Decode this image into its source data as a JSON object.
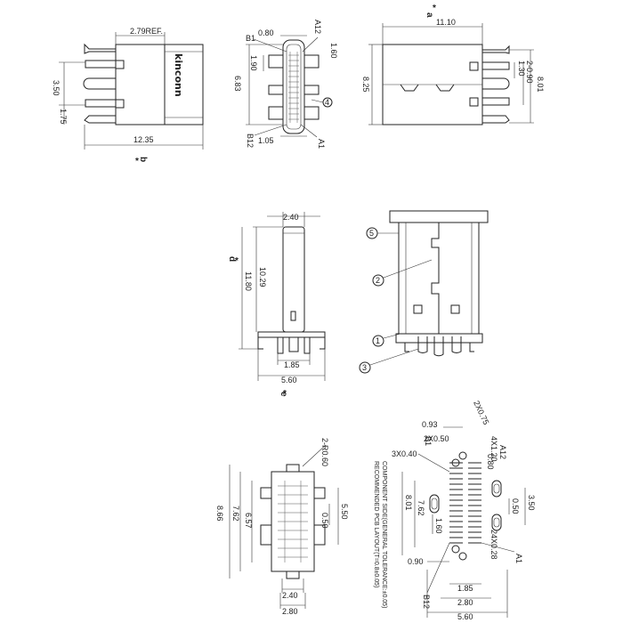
{
  "view1": {
    "dim_top": "2.79REF.",
    "dim_left_350": "3.50",
    "dim_left_175": "1.75",
    "dim_bottom": "12.35",
    "callout_b": "b",
    "logo": "kinconn"
  },
  "view2": {
    "dim_080": "0.80",
    "label_b1": "B1",
    "label_a12": "A12",
    "dim_160": "1.60",
    "dim_190": "1.90",
    "dim_683": "6.83",
    "dim_105": "1.05",
    "label_b12": "B12",
    "label_a1": "A1",
    "callout_4": "4"
  },
  "view3": {
    "callout_a": "a",
    "dim_1110": "11.10",
    "dim_825": "8.25",
    "dim_801": "8.01",
    "dim_130": "1.30",
    "dim_2090": "2-0.90"
  },
  "view4": {
    "dim_240": "2.40",
    "callout_d": "d",
    "dim_1029": "10.29",
    "dim_1180": "11.80",
    "dim_185": "1.85",
    "dim_560": "5.60",
    "callout_e": "e"
  },
  "view5": {
    "callout_5": "5",
    "callout_2": "2",
    "callout_1": "1",
    "callout_3": "3"
  },
  "view6": {
    "dim_2r060": "2-R0.60",
    "dim_866": "8.66",
    "dim_762": "7.62",
    "dim_657": "6.57",
    "dim_550": "5.50",
    "dim_050": "0.50",
    "dim_240": "2.40",
    "dim_280": "2.80"
  },
  "view7": {
    "dim_093": "0.93",
    "dim_2x075": "2X0.75",
    "dim_2x050": "2X0.50",
    "label_b1": "B1",
    "dim_3x040": "3X0.40",
    "dim_4x120": "4X1.20",
    "dim_080": "0.80",
    "label_a12": "A12",
    "note_line1": "RECOMMENDED PCB LAYOUT(T=0.8±0.05)",
    "note_line2": "COMPONENT SIDE(GENERAL TOLERANCE:±0.05)",
    "dim_762": "7.62",
    "dim_801": "8.01",
    "dim_160": "1.60",
    "dim_350": "3.50",
    "dim_050": "0.50",
    "dim_2x028": "24X0.28",
    "label_a1": "A1",
    "dim_090": "0.90",
    "dim_185": "1.85",
    "dim_280": "2.80",
    "dim_560": "5.60",
    "label_b12": "B12"
  },
  "star": "*"
}
